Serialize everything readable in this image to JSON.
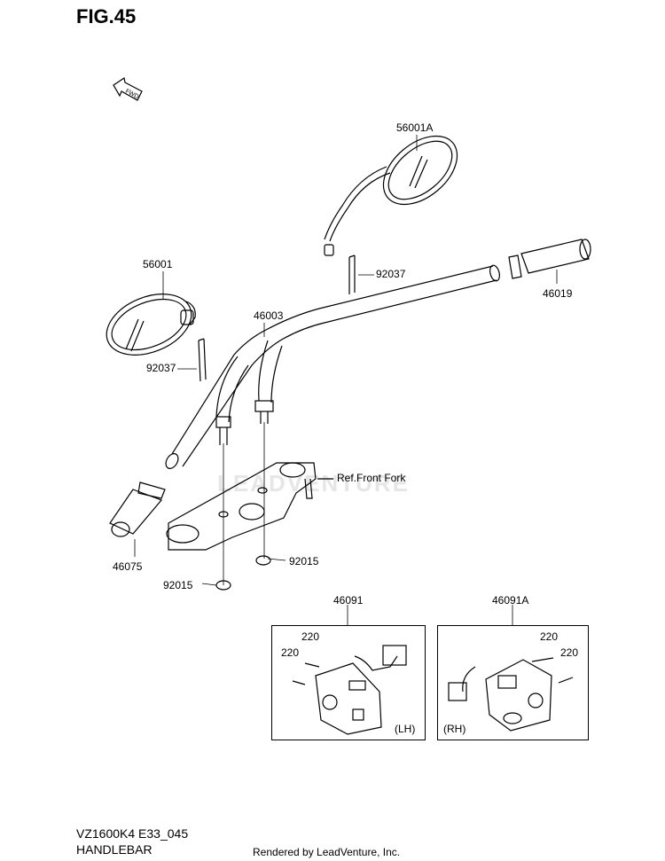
{
  "figure": {
    "title": "FIG.45",
    "fwd": "FWD"
  },
  "parts": {
    "mirror_right": "56001A",
    "mirror_left": "56001",
    "bracket_upper": "92037",
    "bracket_lower": "92037",
    "handlebar": "46003",
    "grip_right": "46019",
    "grip_left": "46075",
    "ref_fork": "Ref.Front Fork",
    "nut_right": "92015",
    "nut_left": "92015",
    "switch_lh": "46091",
    "switch_rh": "46091A",
    "screw_lh_a": "220",
    "screw_lh_b": "220",
    "screw_rh_a": "220",
    "screw_rh_b": "220",
    "side_lh": "(LH)",
    "side_rh": "(RH)"
  },
  "footer": {
    "model": "VZ1600K4 E33_045",
    "name": "HANDLEBAR",
    "rendered": "Rendered by LeadVenture, Inc."
  },
  "watermark": "LEADVENTURE"
}
